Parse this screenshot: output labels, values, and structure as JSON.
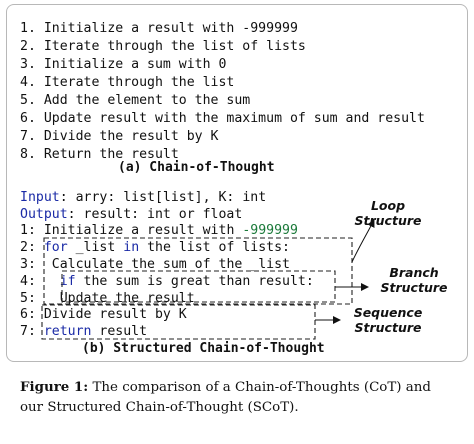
{
  "cot": {
    "lines": [
      "1. Initialize a result with -999999",
      "2. Iterate through the list of lists",
      "3. Initialize a sum with 0",
      "4. Iterate through the list",
      "5. Add the element to the sum",
      "6. Update result with the maximum of sum and result",
      "7. Divide the result by K",
      "8. Return the result"
    ],
    "caption": "(a) Chain-of-Thought"
  },
  "scot": {
    "input_kw": "Input",
    "input_rest": ": arry: list[list], K: int",
    "output_kw": "Output",
    "output_rest": ": result: int or float",
    "l1_num": "1:",
    "l1_text": " Initialize a result with ",
    "l1_value": "-999999",
    "l2_num": "2:",
    "l2_kw1": "for",
    "l2_mid": " _list ",
    "l2_kw2": "in",
    "l2_rest": " the list of lists:",
    "l3_num": "3:",
    "l3_text": "  Calculate the sum of the _list",
    "l4_num": "4:",
    "l4_kw": "if",
    "l4_rest": " the sum is great than result:",
    "l5_num": "5:",
    "l5_text": "   Update the result",
    "l6_num": "6:",
    "l6_text": " Divide result by K",
    "l7_num": "7:",
    "l7_kw": "return",
    "l7_rest": " result",
    "caption": "(b) Structured Chain-of-Thought"
  },
  "labels": {
    "loop_1": "Loop",
    "loop_2": "Structure",
    "branch_1": "Branch",
    "branch_2": "Structure",
    "sequence_1": "Sequence",
    "sequence_2": "Structure"
  },
  "figure": {
    "prefix": "Figure 1:",
    "text": " The comparison of a Chain-of-Thoughts (CoT) and our Structured Chain-of-Thought (SCoT)."
  }
}
